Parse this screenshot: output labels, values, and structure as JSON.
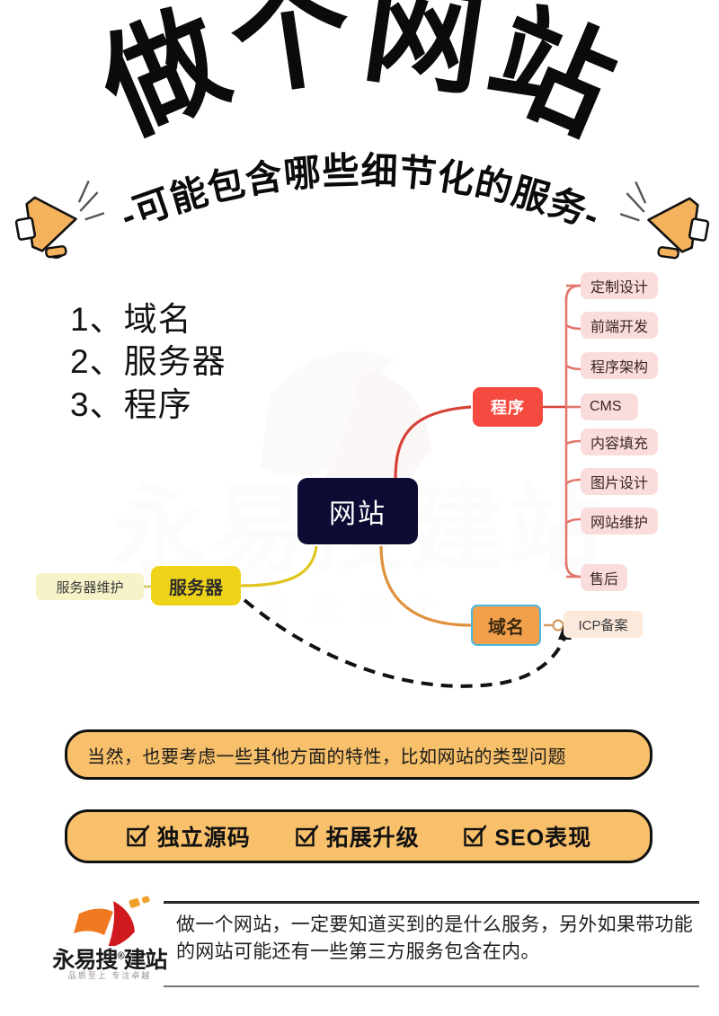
{
  "header": {
    "title": "做个网站",
    "subtitle": "-可能包含哪些细节化的服务-",
    "megaphone_left": "megaphone-icon",
    "megaphone_right": "megaphone-icon"
  },
  "list": {
    "items": [
      "1、域名",
      "2、服务器",
      "3、程序"
    ]
  },
  "mindmap": {
    "root": "网站",
    "branches": [
      {
        "label": "程序",
        "color": "#f54a3f",
        "children": [
          "定制设计",
          "前端开发",
          "程序架构",
          "CMS",
          "内容填充",
          "图片设计",
          "网站维护",
          "售后"
        ]
      },
      {
        "label": "服务器",
        "color": "#efd319",
        "children": [
          "服务器维护"
        ]
      },
      {
        "label": "域名",
        "color": "#f2a04b",
        "children": [
          "ICP备案"
        ]
      }
    ]
  },
  "note_banner": {
    "text": "当然，也要考虑一些其他方面的特性，比如网站的类型问题"
  },
  "checks_banner": {
    "items": [
      {
        "icon": "checkbox-checked-icon",
        "label": "独立源码"
      },
      {
        "icon": "checkbox-checked-icon",
        "label": "拓展升级"
      },
      {
        "icon": "checkbox-checked-icon",
        "label": "SEO表现"
      }
    ]
  },
  "footer": {
    "logo_name": "永易搜",
    "logo_reg": "®",
    "logo_name2": "建站",
    "logo_tagline": "品质至上 专注卓越",
    "text": "做一个网站，一定要知道买到的是什么服务，另外如果带功能的网站可能还有一些第三方服务包含在内。"
  },
  "colors": {
    "root": "#0b0b33",
    "program": "#f54a3f",
    "server": "#efd319",
    "domain": "#f2a04b",
    "domain_selected_border": "#4ab8e0",
    "leaf_pink": "#fadcdc",
    "banner": "#f8c06a",
    "megaphone": "#f5b25c"
  }
}
